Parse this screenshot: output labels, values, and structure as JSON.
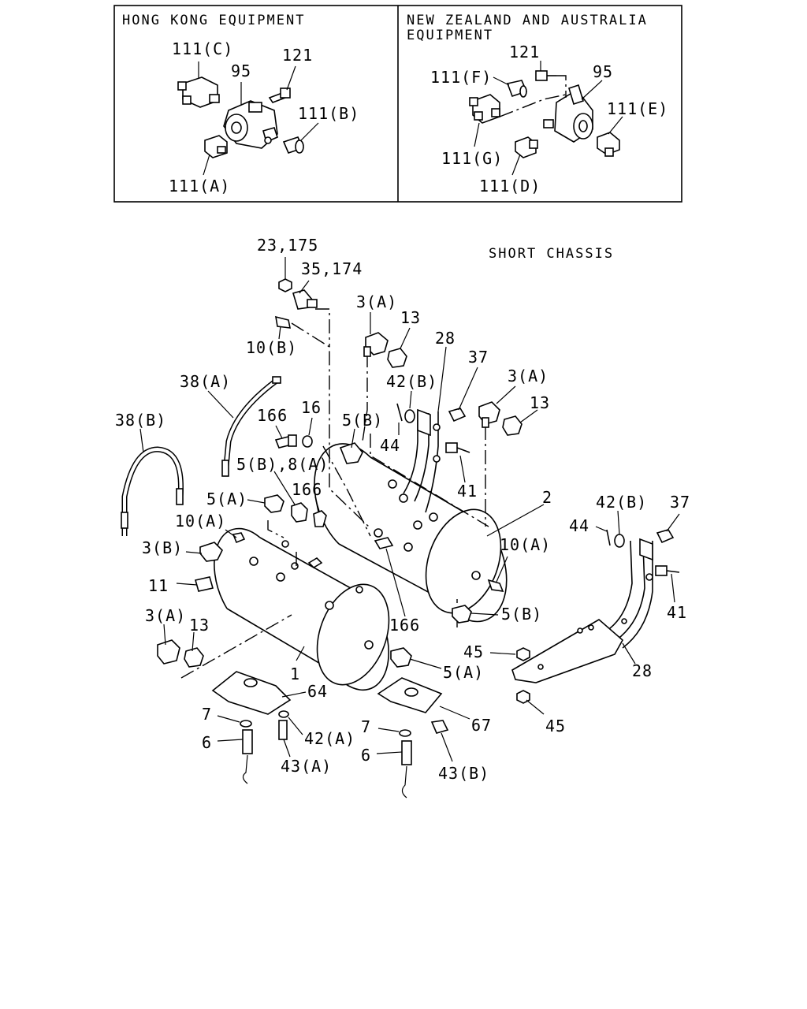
{
  "insets": {
    "left": {
      "title": "HONG KONG EQUIPMENT",
      "labels": [
        "111(C)",
        "95",
        "121",
        "111(B)",
        "111(A)"
      ]
    },
    "right": {
      "title_line1": "NEW ZEALAND AND AUSTRALIA",
      "title_line2": "EQUIPMENT",
      "labels": [
        "121",
        "95",
        "111(F)",
        "111(E)",
        "111(G)",
        "111(D)"
      ]
    }
  },
  "main": {
    "title": "SHORT CHASSIS",
    "labels": {
      "l23_175": "23,175",
      "l35_174": "35,174",
      "l10B": "10(B)",
      "l3A_top": "3(A)",
      "l13_top": "13",
      "l28_top": "28",
      "l37_mid": "37",
      "l3A_mid": "3(A)",
      "l13_mid": "13",
      "l42B_mid": "42(B)",
      "l38A": "38(A)",
      "l38B": "38(B)",
      "l166_a": "166",
      "l16": "16",
      "l5B_top": "5(B)",
      "l44_mid": "44",
      "l41_mid": "41",
      "l2": "2",
      "l5B8A": "5(B),8(A)",
      "l166_b": "166",
      "l5A_left": "5(A)",
      "l10A_left": "10(A)",
      "l3B": "3(B)",
      "l11": "11",
      "l3A_low": "3(A)",
      "l13_low": "13",
      "l10A_right": "10(A)",
      "l5B_right": "5(B)",
      "l166_c": "166",
      "l1": "1",
      "l5A_low": "5(A)",
      "l64": "64",
      "l7_left": "7",
      "l42A": "42(A)",
      "l6_left": "6",
      "l43A": "43(A)",
      "l7_right": "7",
      "l67": "67",
      "l6_right": "6",
      "l43B": "43(B)",
      "l42B_right": "42(B)",
      "l37_right": "37",
      "l44_right": "44",
      "l41_right": "41",
      "l45_top": "45",
      "l28_right": "28",
      "l45_bottom": "45"
    }
  }
}
